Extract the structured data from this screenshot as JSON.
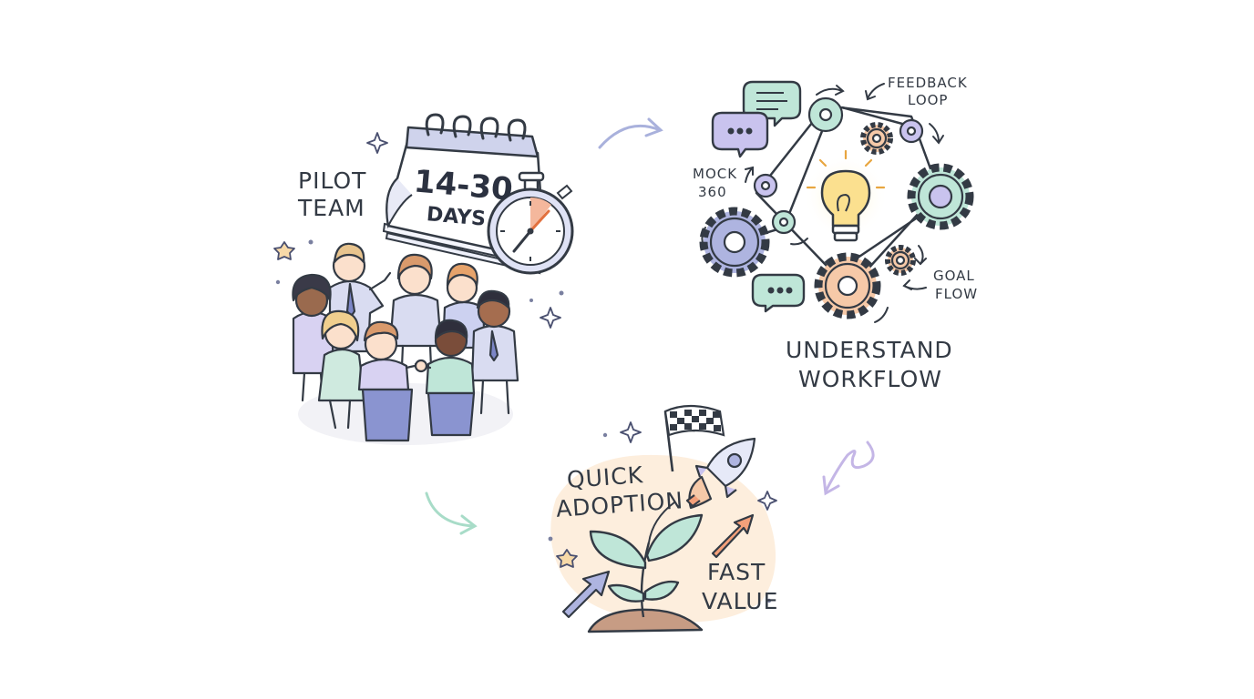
{
  "pilot": {
    "label_line1": "PILOT",
    "label_line2": "TEAM",
    "calendar_range": "14-30",
    "calendar_unit": "DAYS"
  },
  "workflow": {
    "title_line1": "UNDERSTAND",
    "title_line2": "WORKFLOW",
    "feedback_line1": "FEEDBACK",
    "feedback_line2": "LOOP",
    "mock_line1": "MOCK",
    "mock_line2": "360",
    "goal_line1": "GOAL",
    "goal_line2": "FLOW"
  },
  "adoption": {
    "quick_line1": "QUICK",
    "quick_line2": "ADOPTION",
    "fast_line1": "FAST",
    "fast_line2": "VALUE"
  },
  "colors": {
    "ink": "#333a44",
    "lavender": "#c9c3ee",
    "mint": "#bfe6d8",
    "peach": "#f6c9a8",
    "sand": "#fdeedd",
    "calendar_header": "#cfd3ec"
  }
}
